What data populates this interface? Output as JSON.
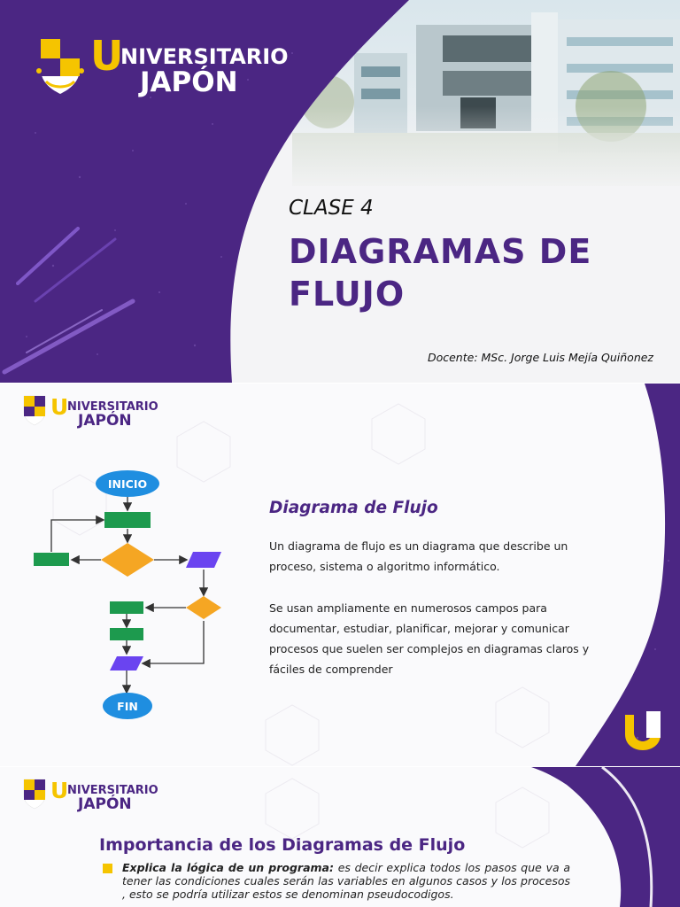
{
  "brand": {
    "line1": "NIVERSITARIO",
    "line2": "JAPÓN",
    "u_letter": "U",
    "colors": {
      "purple": "#4b2683",
      "gold": "#f5c400",
      "white": "#ffffff"
    }
  },
  "slide1": {
    "pretitle": "CLASE 4",
    "title_line1": "DIAGRAMAS DE",
    "title_line2": "FLUJO",
    "docente": "Docente: MSc. Jorge Luis Mejía Quiñonez"
  },
  "slide2": {
    "heading": "Diagrama de Flujo",
    "paragraph1": "Un diagrama de flujo es un diagrama que describe un proceso, sistema o algoritmo informático.",
    "paragraph2": "Se usan ampliamente en numerosos campos para documentar, estudiar, planificar, mejorar y comunicar procesos que suelen ser complejos en diagramas claros y fáciles de comprender",
    "flowchart": {
      "start_label": "INICIO",
      "end_label": "FIN",
      "colors": {
        "terminal": "#1f8ee0",
        "process": "#1d9a4e",
        "decision": "#f5a623",
        "io": "#6a44f0"
      }
    }
  },
  "slide3": {
    "heading": "Importancia de los Diagramas de Flujo",
    "bullet_bold": "Explica la lógica de un programa:",
    "bullet_rest": " es decir explica todos los pasos que va a tener las condiciones cuales serán las variables en algunos casos y los procesos , esto se podría utilizar estos se denominan pseudocodigos."
  }
}
